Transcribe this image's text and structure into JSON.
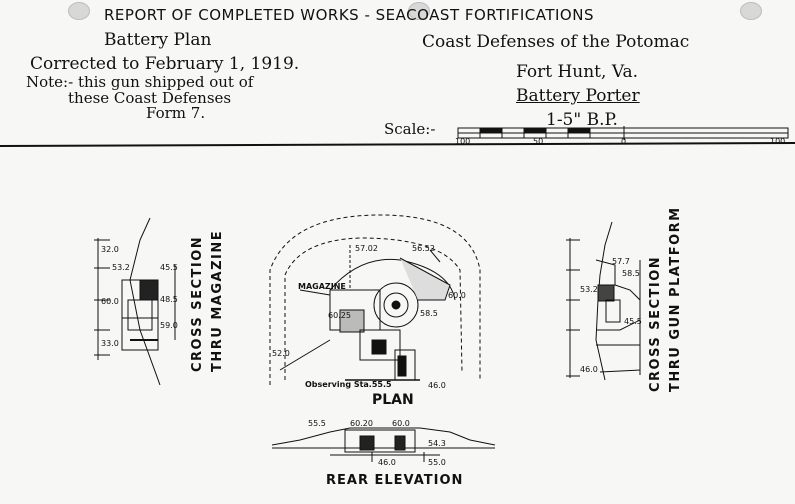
{
  "header": {
    "report_title": "REPORT OF COMPLETED WORKS - SEACOAST FORTIFICATIONS",
    "left": {
      "plan": "Battery Plan",
      "corrected": "Corrected to February 1, 1919.",
      "note_line1": "Note:- this gun shipped out of",
      "note_line2": "these Coast Defenses",
      "form": "Form 7."
    },
    "right": {
      "defenses": "Coast Defenses of the Potomac",
      "fort": "Fort Hunt, Va.",
      "battery": "Battery Porter",
      "gun": "1-5\" B.P."
    },
    "scale": {
      "label": "Scale:-",
      "ticks": [
        "100",
        "50",
        "0",
        "100"
      ]
    }
  },
  "drawings": {
    "cross_section_magazine": {
      "line1": "CROSS SECTION",
      "line2": "THRU MAGAZINE",
      "dims": [
        "32.0",
        "53.2",
        "45.5",
        "48.5",
        "60.0",
        "59.0",
        "33.0"
      ]
    },
    "plan": {
      "label": "PLAN",
      "magazine": "MAGAZINE",
      "observing": "Observing Sta.55.5",
      "dims": [
        "57.02",
        "56.52",
        "60.0",
        "60.25",
        "58.5",
        "46.0",
        "52.0"
      ]
    },
    "cross_section_gun": {
      "line1": "CROSS SECTION",
      "line2": "THRU GUN PLATFORM",
      "dims": [
        "57.7",
        "58.5",
        "53.2",
        "45.5",
        "46.0"
      ]
    },
    "rear_elevation": {
      "label": "REAR ELEVATION",
      "dims": [
        "55.5",
        "60.20",
        "60.0",
        "54.3",
        "46.0",
        "55.0"
      ]
    }
  }
}
